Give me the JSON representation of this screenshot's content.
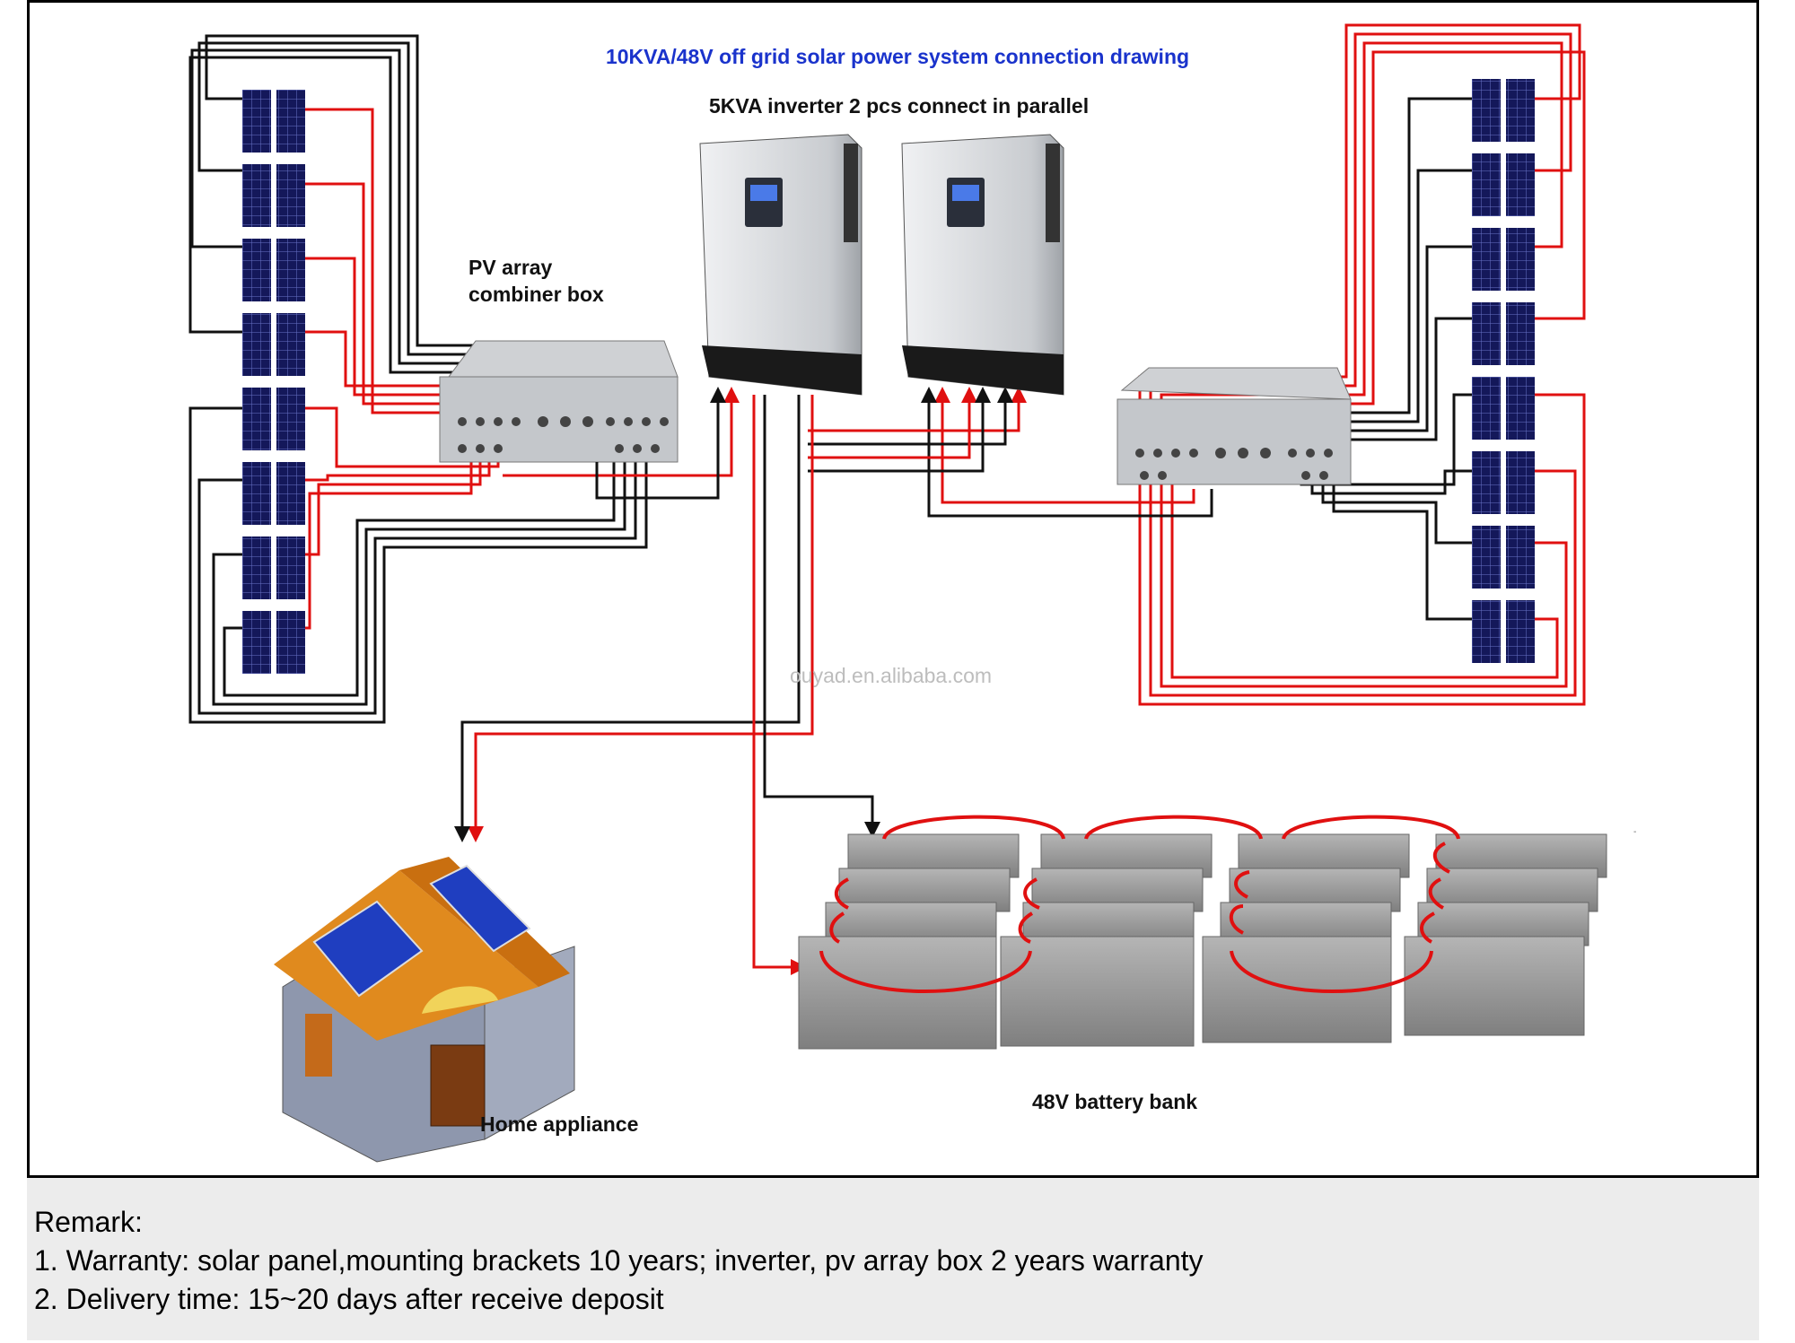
{
  "diagram": {
    "title": "10KVA/48V off grid solar power system connection drawing",
    "inverter_caption": "5KVA inverter 2 pcs connect in parallel",
    "pv_box_caption": "PV array\ncombiner box",
    "home_caption": "Home appliance",
    "battery_caption": "48V battery bank",
    "watermark": "ouyad.en.alibaba.com",
    "colors": {
      "title": "#1a33cc",
      "positive_wire": "#e01010",
      "negative_wire": "#111111",
      "panel": "#14185a",
      "inverter_body": "#d9dbde",
      "battery": "#8f8f8f",
      "roof": "#e08a1e",
      "wall": "#8e97ad"
    }
  },
  "remark": {
    "heading": "Remark:",
    "lines": [
      "1. Warranty: solar panel,mounting brackets 10 years;  inverter, pv array box 2 years warranty",
      "2. Delivery time: 15~20 days after receive deposit"
    ]
  }
}
